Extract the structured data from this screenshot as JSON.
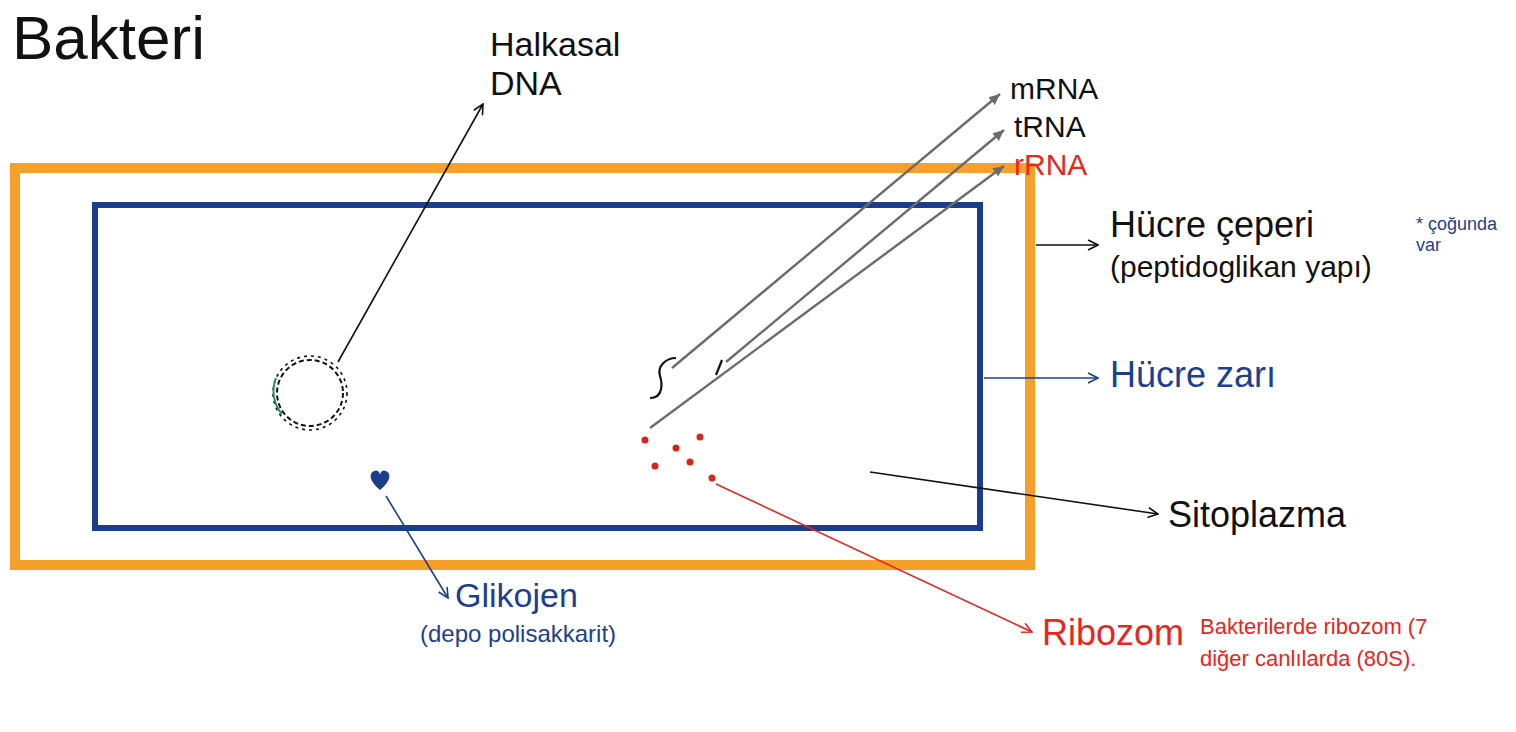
{
  "diagram": {
    "title": "Bakteri",
    "labels": [
      "Halkasal DNA",
      "mRNA",
      "tRNA",
      "rRNA",
      "Hücre çeperi",
      "(peptidoglikan yapı)",
      "* çoğunda var",
      "Hücre zarı",
      "Sitoplazma",
      "Glikojen",
      "(depo polisakkarit)",
      "Ribozom",
      "Bakterilerde ribozom (7",
      "diğer canlılarda (80S)."
    ]
  }
}
